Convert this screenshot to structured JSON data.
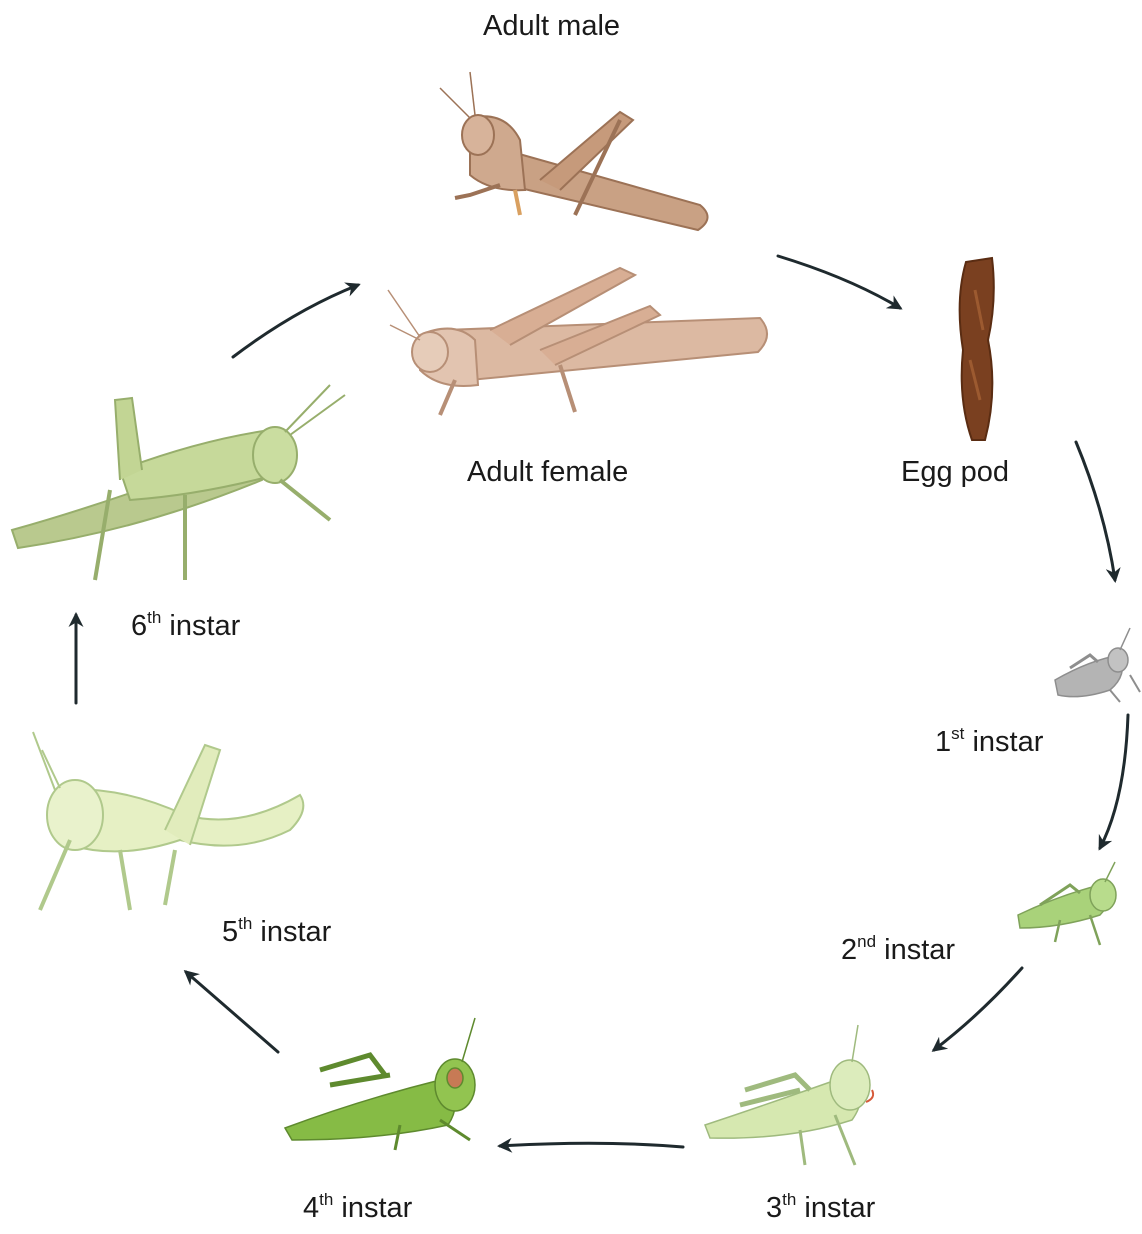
{
  "stages": {
    "adult_male": {
      "label": "Adult male"
    },
    "adult_female": {
      "label": "Adult female"
    },
    "egg_pod": {
      "label": "Egg pod"
    },
    "instar_1": {
      "num": "1",
      "sup": "st",
      "word": "instar"
    },
    "instar_2": {
      "num": "2",
      "sup": "nd",
      "word": "instar"
    },
    "instar_3": {
      "num": "3",
      "sup": "th",
      "word": "instar"
    },
    "instar_4": {
      "num": "4",
      "sup": "th",
      "word": "instar"
    },
    "instar_5": {
      "num": "5",
      "sup": "th",
      "word": "instar"
    },
    "instar_6": {
      "num": "6",
      "sup": "th",
      "word": "instar"
    }
  },
  "colors": {
    "adult": "#c9a184",
    "adult_dark": "#9c7256",
    "egg_pod": "#7a4020",
    "instar_1": "#b4b4b4",
    "instar_light": "#d6e8b0",
    "instar_mid": "#a9d27a",
    "instar_4": "#86bb45",
    "instar_6": "#c6d99a",
    "arrow": "#1f2a2e"
  }
}
